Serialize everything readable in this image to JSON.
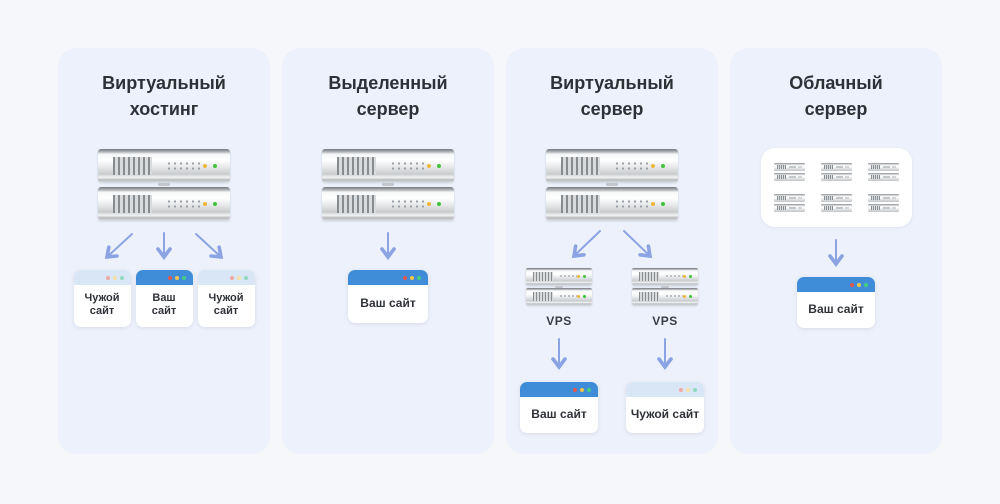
{
  "colors": {
    "page_bg": "#f6f7fa",
    "card_bg": "#edf1fb",
    "title_color": "#2e3138",
    "accent_blue": "#3f8dd8",
    "light_header": "#d9e6f5",
    "arrow": "#8ba3e3"
  },
  "panels": [
    {
      "id": "shared-hosting",
      "title_line1": "Виртуальный",
      "title_line2": "хостинг",
      "sites": [
        {
          "line1": "Чужой",
          "line2": "сайт",
          "owner": "foreign"
        },
        {
          "line1": "Ваш",
          "line2": "сайт",
          "owner": "yours"
        },
        {
          "line1": "Чужой",
          "line2": "сайт",
          "owner": "foreign"
        }
      ]
    },
    {
      "id": "dedicated-server",
      "title_line1": "Выделенный",
      "title_line2": "сервер",
      "sites": [
        {
          "label": "Ваш сайт",
          "owner": "yours"
        }
      ]
    },
    {
      "id": "virtual-server",
      "title_line1": "Виртуальный",
      "title_line2": "сервер",
      "vps": [
        "VPS",
        "VPS"
      ],
      "sites": [
        {
          "label": "Ваш сайт",
          "owner": "yours"
        },
        {
          "label": "Чужой сайт",
          "owner": "foreign"
        }
      ]
    },
    {
      "id": "cloud-server",
      "title_line1": "Облачный",
      "title_line2": "сервер",
      "sites": [
        {
          "label": "Ваш сайт",
          "owner": "yours"
        }
      ]
    }
  ]
}
